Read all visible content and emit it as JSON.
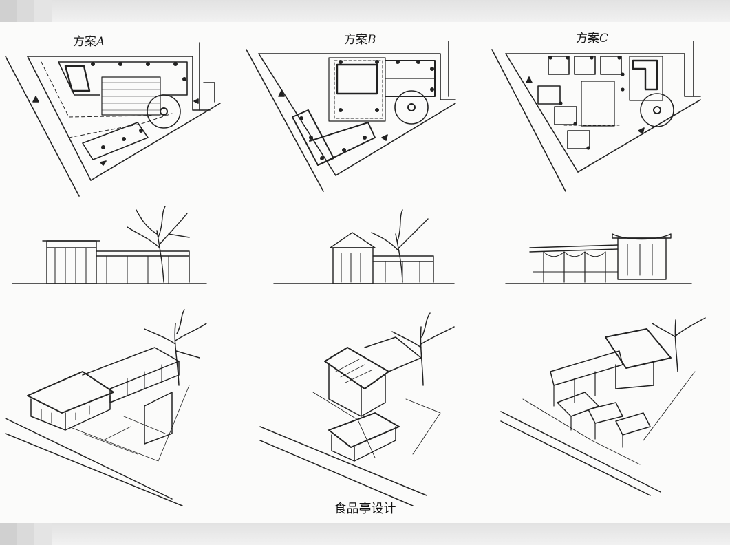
{
  "schemes": [
    {
      "prefix": "方案",
      "letter": "A"
    },
    {
      "prefix": "方案",
      "letter": "B"
    },
    {
      "prefix": "方案",
      "letter": "C"
    }
  ],
  "caption": "食品亭设计",
  "colors": {
    "ink": "#222222",
    "stripe_dark": "#cfcfcf",
    "stripe_mid": "#dcdcdc",
    "paper": "#fbfbfa"
  }
}
